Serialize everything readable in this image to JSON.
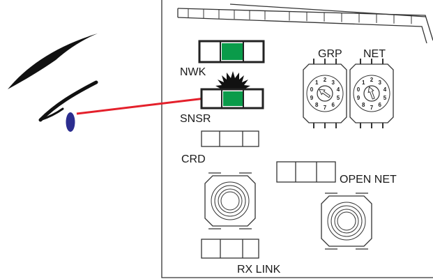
{
  "labels": {
    "nwk": "NWK",
    "snsr": "SNSR",
    "crd": "CRD",
    "grp": "GRP",
    "net": "NET",
    "open_net": "OPEN NET",
    "rx_link": "RX LINK"
  },
  "leds": {
    "nwk": {
      "lit": true
    },
    "snsr": {
      "lit": true,
      "blinking": true
    },
    "crd": {
      "lit": false
    },
    "open_net": {
      "lit": false
    },
    "rx_link": {
      "lit": false
    }
  },
  "dial_digits": [
    "0",
    "1",
    "2",
    "3",
    "4",
    "5",
    "6",
    "7",
    "8",
    "9"
  ],
  "colors": {
    "led_green": "#0a9b4a",
    "arrow_red": "#e4202b",
    "eye_pupil": "#2b2d8f",
    "outline": "#333333"
  }
}
